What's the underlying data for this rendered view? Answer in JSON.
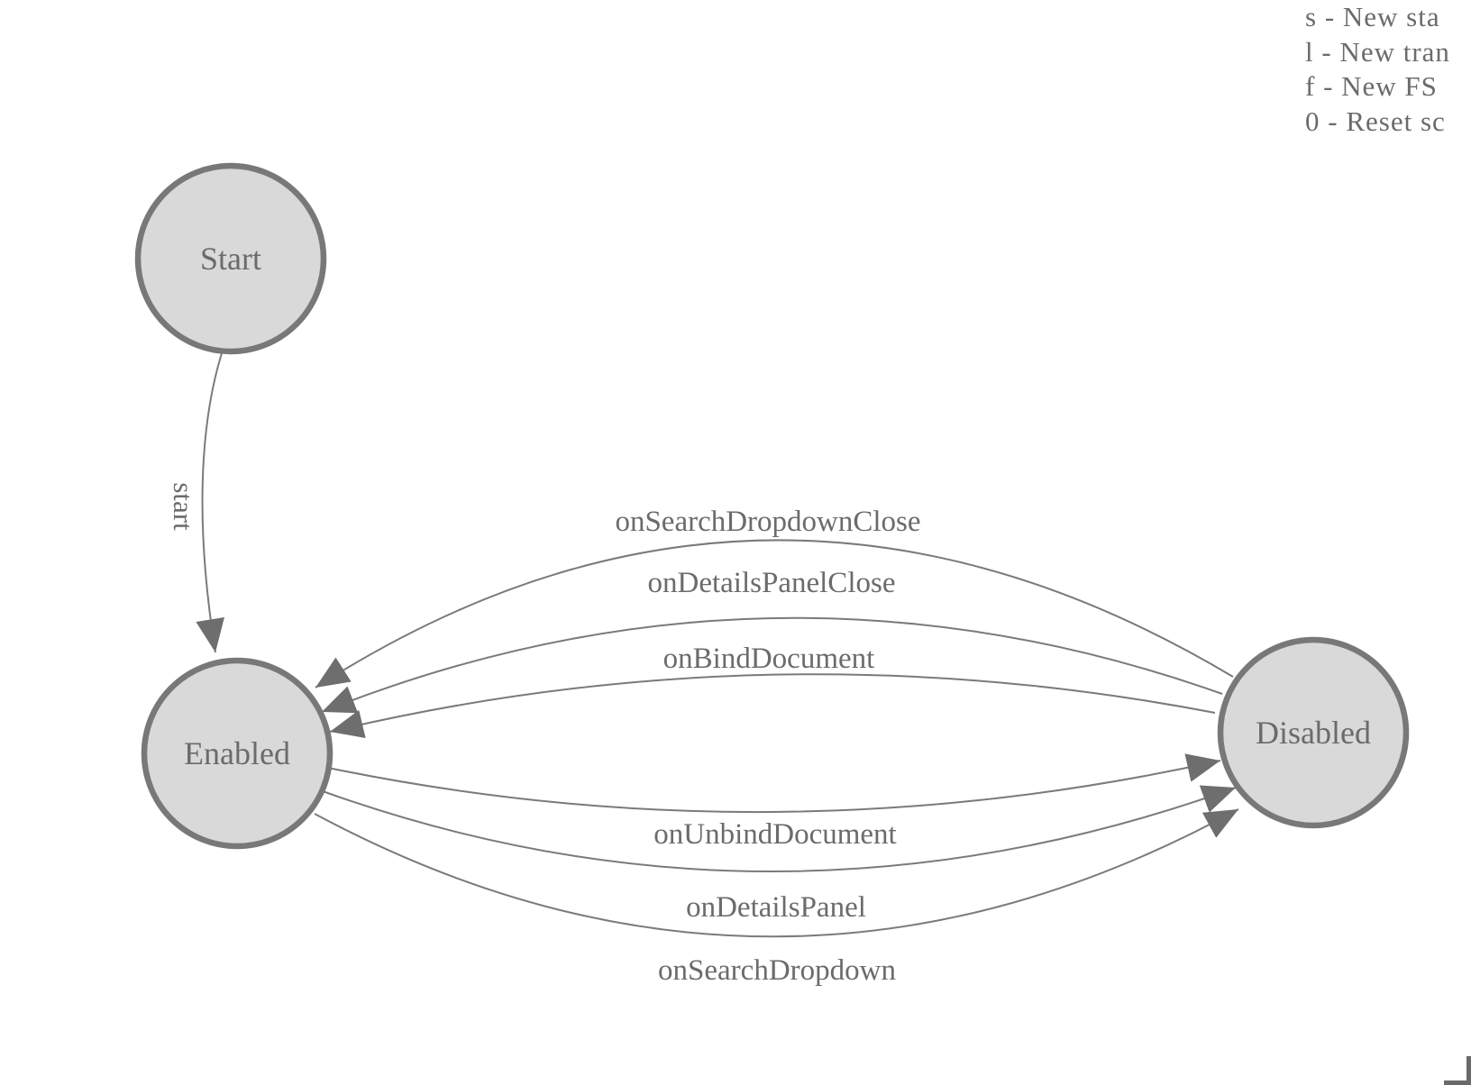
{
  "diagram": {
    "type": "state-machine",
    "nodes": [
      {
        "id": "start",
        "label": "Start"
      },
      {
        "id": "enabled",
        "label": "Enabled"
      },
      {
        "id": "disabled",
        "label": "Disabled"
      }
    ],
    "edges": [
      {
        "label": "start",
        "from": "Start",
        "to": "Enabled"
      },
      {
        "label": "onSearchDropdownClose",
        "from": "Disabled",
        "to": "Enabled"
      },
      {
        "label": "onDetailsPanelClose",
        "from": "Disabled",
        "to": "Enabled"
      },
      {
        "label": "onBindDocument",
        "from": "Disabled",
        "to": "Enabled"
      },
      {
        "label": "onUnbindDocument",
        "from": "Enabled",
        "to": "Disabled"
      },
      {
        "label": "onDetailsPanel",
        "from": "Enabled",
        "to": "Disabled"
      },
      {
        "label": "onSearchDropdown",
        "from": "Enabled",
        "to": "Disabled"
      }
    ]
  },
  "legend": {
    "lines": [
      "s - New sta",
      "l - New tran",
      "f - New FS",
      "0 - Reset sc"
    ]
  },
  "colors": {
    "background": "#ffffff",
    "node_fill": "#d9d9d9",
    "node_stroke": "#787878",
    "edge_stroke": "#7a7a7a",
    "arrow_fill": "#6e6e6e",
    "text": "#6b6b6b",
    "corner": "#6a6a6a"
  }
}
